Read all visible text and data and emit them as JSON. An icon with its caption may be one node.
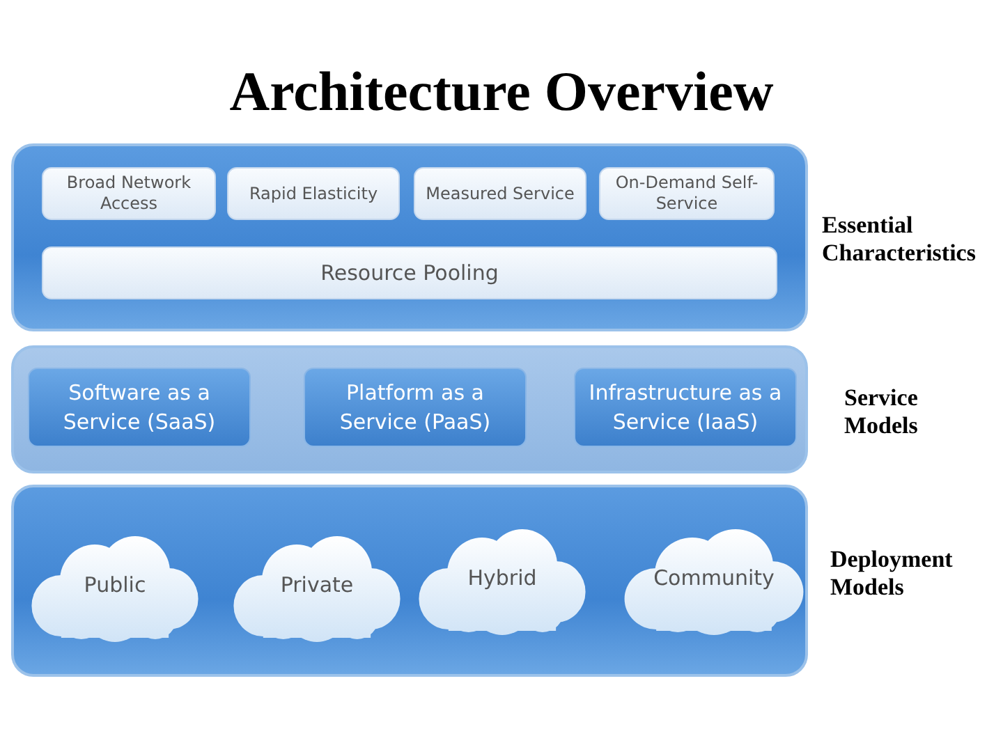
{
  "diagram": {
    "title": "Architecture Overview",
    "nodes": [
      {
        "text": [],
        "shape": "box",
        "beside": [
          "Essential Characteristics"
        ]
      },
      {
        "text": [
          "Broad Network Access"
        ],
        "in": 0
      },
      {
        "text": [
          "Rapid Elasticity"
        ],
        "in": 0
      },
      {
        "text": [
          "Measured Service"
        ],
        "in": 0
      },
      {
        "text": [
          "On-Demand Self-Service"
        ],
        "in": 0
      },
      {
        "text": [
          "Resource Pooling"
        ],
        "in": 0
      },
      {
        "text": [],
        "shape": "box",
        "beside": [
          "Service Models"
        ]
      },
      {
        "text": [
          "Software as a Service (SaaS)"
        ],
        "in": 6
      },
      {
        "text": [
          "Platform as a Service (PaaS)"
        ],
        "in": 6
      },
      {
        "text": [
          "Infrastructure as a Service (IaaS)"
        ],
        "in": 6
      },
      {
        "text": [],
        "shape": "box",
        "beside": [
          "Deployment Models"
        ]
      },
      {
        "text": [
          "Public"
        ],
        "in": 10
      },
      {
        "text": [
          "Private"
        ],
        "in": 10
      },
      {
        "text": [
          "Hybrid"
        ],
        "in": 10
      },
      {
        "text": [
          "Community"
        ],
        "in": 10
      }
    ]
  }
}
